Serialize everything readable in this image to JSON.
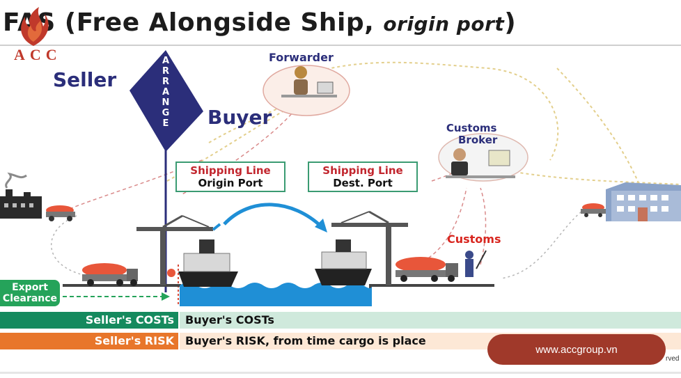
{
  "header": {
    "title_prefix": "FAS",
    "title_main": " (Free Alongside Ship, ",
    "title_italic": "origin port",
    "title_end": ")"
  },
  "logo": {
    "text": "ACC",
    "icon": "flame-logo-icon"
  },
  "parties": {
    "seller": "Seller",
    "arrange": "ARRANGE",
    "buyer": "Buyer",
    "forwarder": "Forwarder",
    "customs_broker_l1": "Customs",
    "customs_broker_l2": "Broker",
    "customs": "Customs"
  },
  "boxes": {
    "origin_l1": "Shipping Line",
    "origin_l2": "Origin Port",
    "dest_l1": "Shipping Line",
    "dest_l2": "Dest. Port"
  },
  "export": {
    "l1": "Export",
    "l2": "Clearance"
  },
  "bars": {
    "seller_costs": "Seller's COSTs",
    "buyer_costs": "Buyer's COSTs",
    "seller_risk": "Seller's RISK",
    "buyer_risk": "Buyer's RISK, from time cargo is place"
  },
  "website_button": "www.accgroup.vn",
  "copyright_fragment": "rved",
  "colors": {
    "navy": "#2b2e7a",
    "red": "#c2262e",
    "green": "#158a5e",
    "orange": "#e8762b",
    "water": "#1f8fd6",
    "pill": "#a0392a"
  }
}
